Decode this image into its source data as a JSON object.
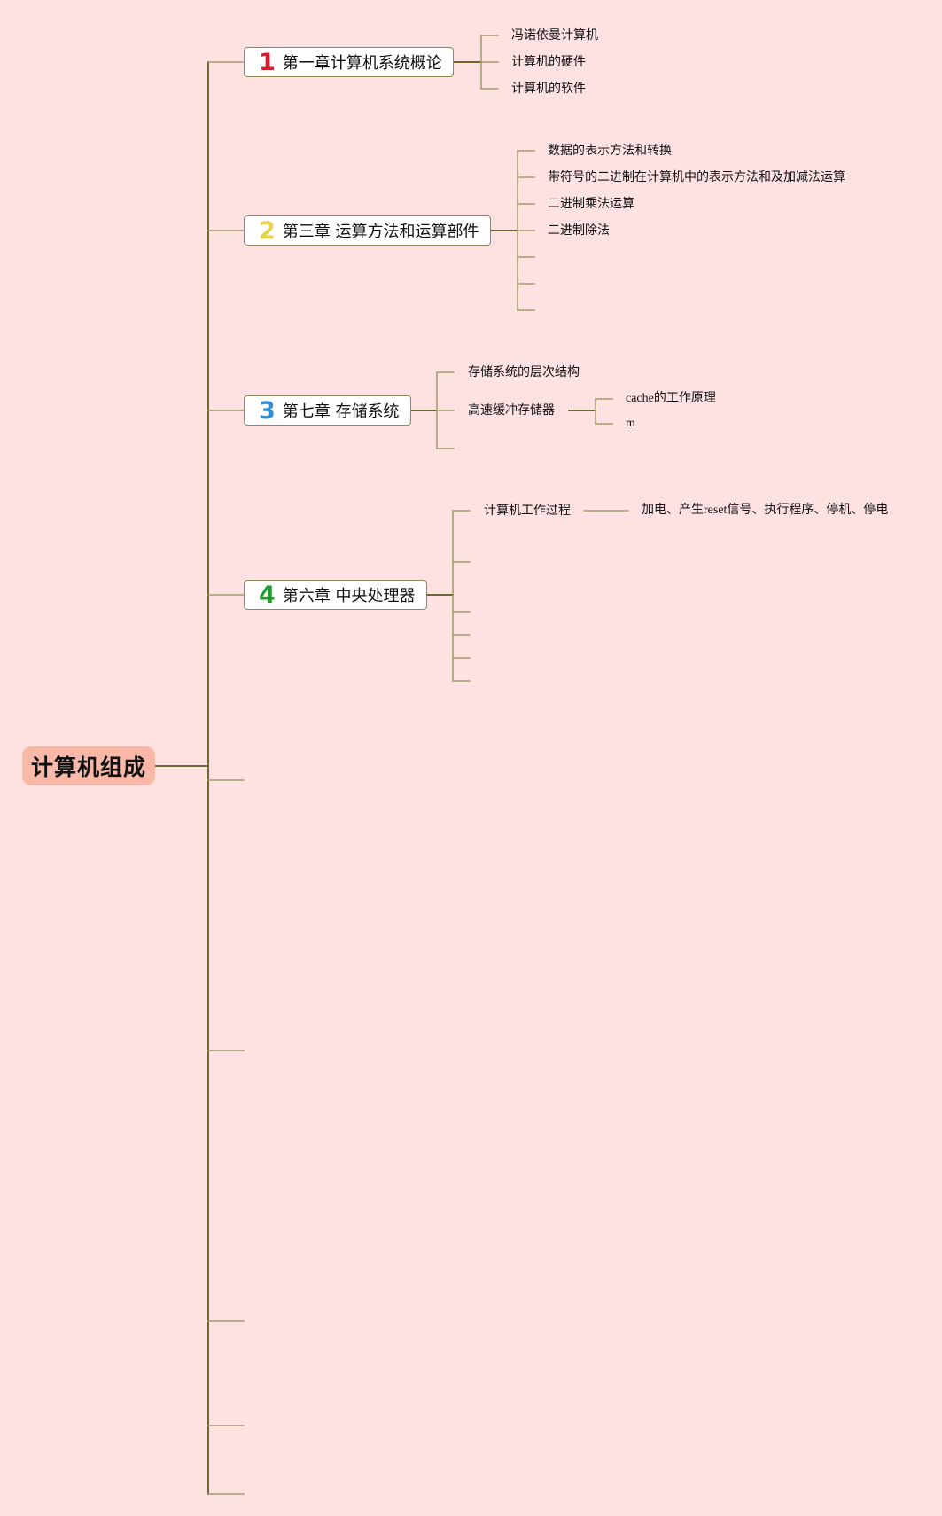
{
  "root": {
    "label": "计算机组成"
  },
  "chapters": [
    {
      "number": "1",
      "number_color": "#d01e2f",
      "title": "第一章计算机系统概论",
      "topics": [
        "冯诺依曼计算机",
        "计算机的硬件",
        "计算机的软件"
      ]
    },
    {
      "number": "2",
      "number_color": "#e8d24a",
      "title": "第三章 运算方法和运算部件",
      "topics": [
        "数据的表示方法和转换",
        "带符号的二进制在计算机中的表示方法和及加减法运算",
        "二进制乘法运算",
        "二进制除法"
      ]
    },
    {
      "number": "3",
      "number_color": "#2f8fd8",
      "title": "第七章 存储系统",
      "topics": [
        "存储系统的层次结构",
        "高速缓冲存储器"
      ],
      "subtopics": [
        "cache的工作原理",
        "m"
      ]
    },
    {
      "number": "4",
      "number_color": "#1f9a2d",
      "title": "第六章 中央处理器",
      "topics": [
        "计算机工作过程"
      ],
      "subtopics": [
        "加电、产生reset信号、执行程序、停机、停电"
      ]
    }
  ],
  "colors": {
    "background": "#fde2e1",
    "root_fill": "#f9b8a8",
    "connector": "#6b6a35",
    "connector_light": "#a39a6c",
    "box_border": "#8b8a5d"
  }
}
